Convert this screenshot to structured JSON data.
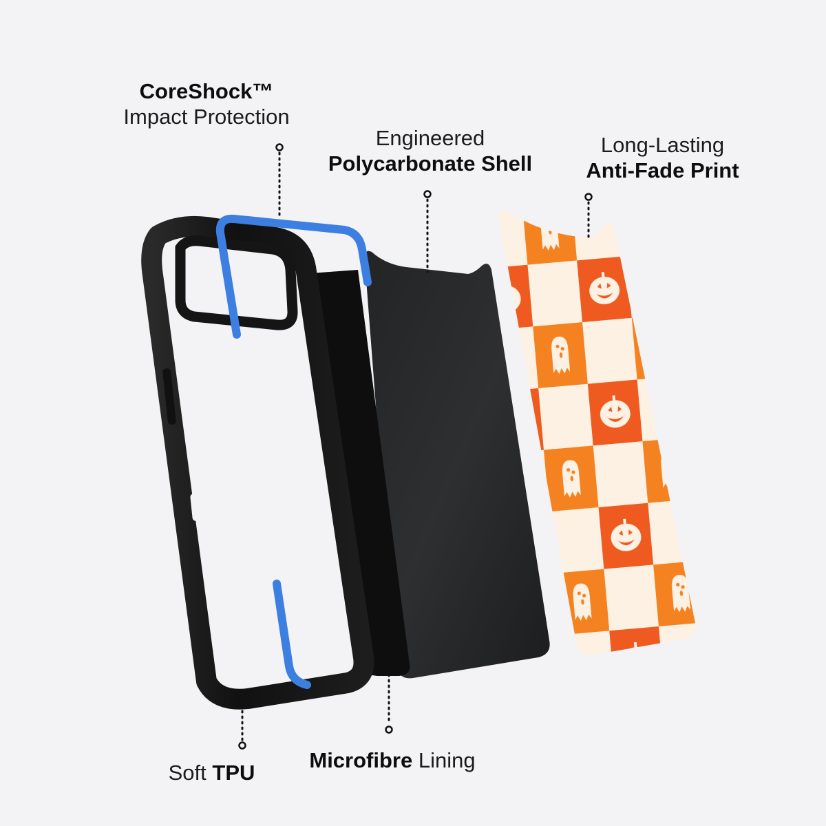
{
  "colors": {
    "background": "#f3f3f5",
    "tpu_frame": "#151515",
    "coreshock_blue": "#3d7fe0",
    "microfibre": "#0e0e0e",
    "polycarbonate": "#2b2c2e",
    "print_cream": "#fdf1e4",
    "print_orange": "#f58220",
    "print_red_orange": "#ee5a1f",
    "leader_dots": "#111111"
  },
  "callouts": [
    {
      "id": "coreshock",
      "line1": "CoreShock™",
      "line1_weight": "bold",
      "line2": "Impact Protection",
      "line2_weight": "light"
    },
    {
      "id": "polycarbonate",
      "line1": "Engineered",
      "line1_weight": "light",
      "line2": "Polycarbonate Shell",
      "line2_weight": "bold"
    },
    {
      "id": "print",
      "line1": "Long-Lasting",
      "line1_weight": "light",
      "line2": "Anti-Fade Print",
      "line2_weight": "bold"
    },
    {
      "id": "tpu",
      "part1": "Soft",
      "part1_weight": "light",
      "part2": "TPU",
      "part2_weight": "bold"
    },
    {
      "id": "microfibre",
      "part1": "Microfibre",
      "part1_weight": "bold",
      "part2": "Lining",
      "part2_weight": "light"
    }
  ],
  "layers": [
    {
      "name": "Soft TPU frame",
      "icon": "tpu-frame-illustration"
    },
    {
      "name": "CoreShock impact band",
      "icon": "coreshock-band-illustration"
    },
    {
      "name": "Microfibre lining",
      "icon": "microfibre-lining-illustration"
    },
    {
      "name": "Polycarbonate shell",
      "icon": "polycarbonate-shell-illustration"
    },
    {
      "name": "Anti-fade print",
      "icon": "halloween-checker-print-illustration",
      "pattern": [
        "ghost",
        "pumpkin"
      ]
    }
  ]
}
